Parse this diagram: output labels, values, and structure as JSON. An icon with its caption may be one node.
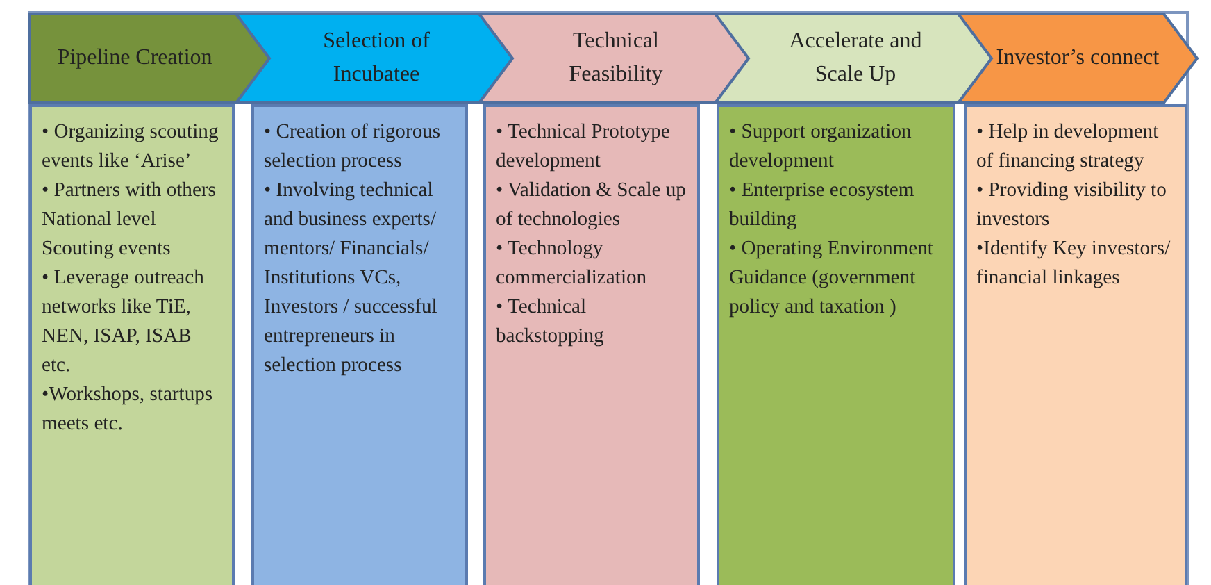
{
  "diagram": {
    "nodes": [
      {
        "text": [
          "Pipeline Creation"
        ]
      },
      {
        "text": [
          "Selection of Incubatee"
        ]
      },
      {
        "text": [
          "Technical Feasibility"
        ]
      },
      {
        "text": [
          "Accelerate and Scale Up"
        ]
      },
      {
        "text": [
          "Investor’s connect"
        ]
      },
      {
        "text": [
          "• Organizing scouting events like ‘Arise’",
          "• Partners with others National level  Scouting events",
          "• Leverage outreach networks like TiE, NEN, ISAP, ISAB etc.",
          "•Workshops, startups  meets etc."
        ]
      },
      {
        "text": [
          "• Creation of rigorous selection process",
          "• Involving technical and business experts/ mentors/ Financials/ Institutions VCs, Investors / successful entrepreneurs in selection process"
        ]
      },
      {
        "text": [
          "• Technical Prototype development",
          "• Validation & Scale up of technologies",
          "• Technology commercialization",
          "• Technical backstopping"
        ]
      },
      {
        "text": [
          "• Support organization development",
          "• Enterprise ecosystem building",
          "• Operating Environment Guidance (government policy and taxation )"
        ]
      },
      {
        "text": [
          "• Help in development of financing strategy",
          "• Providing visibility to investors",
          "•Identify Key investors/ financial linkages"
        ]
      }
    ]
  }
}
